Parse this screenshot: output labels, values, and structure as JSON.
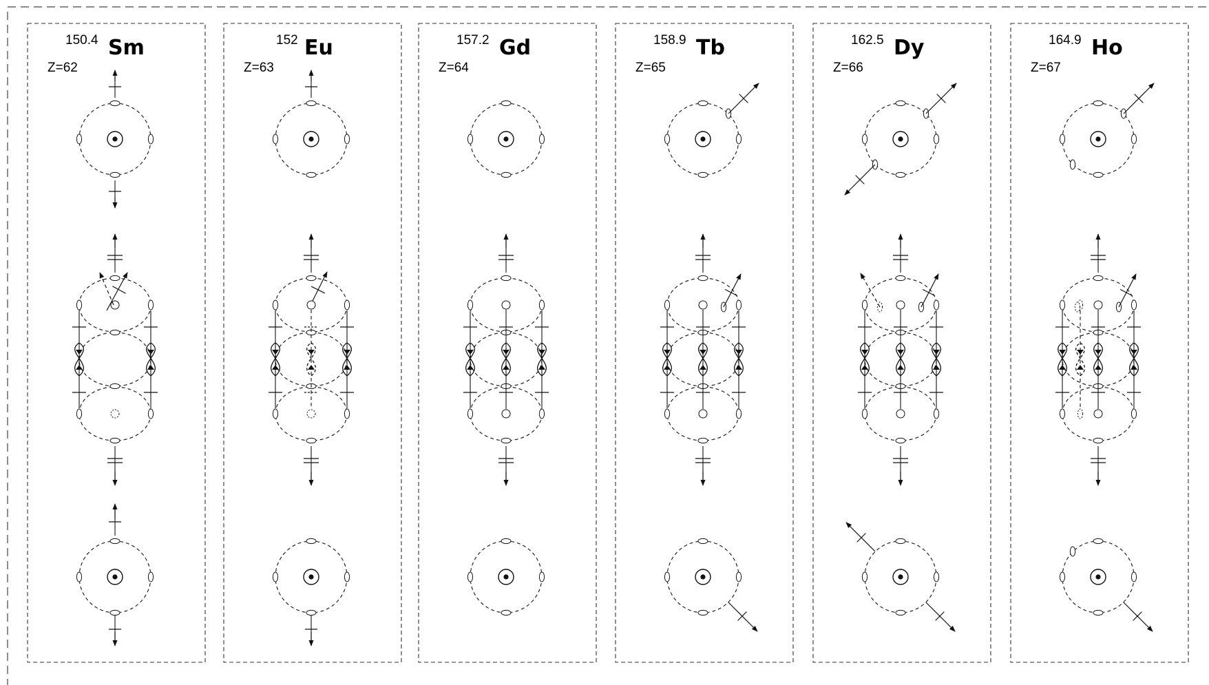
{
  "elements": [
    {
      "mass": "150.4",
      "symbol": "Sm",
      "z_label": "Z=62"
    },
    {
      "mass": "152",
      "symbol": "Eu",
      "z_label": "Z=63"
    },
    {
      "mass": "157.2",
      "symbol": "Gd",
      "z_label": "Z=64"
    },
    {
      "mass": "158.9",
      "symbol": "Tb",
      "z_label": "Z=65"
    },
    {
      "mass": "162.5",
      "symbol": "Dy",
      "z_label": "Z=66"
    },
    {
      "mass": "164.9",
      "symbol": "Ho",
      "z_label": "Z=67"
    }
  ]
}
